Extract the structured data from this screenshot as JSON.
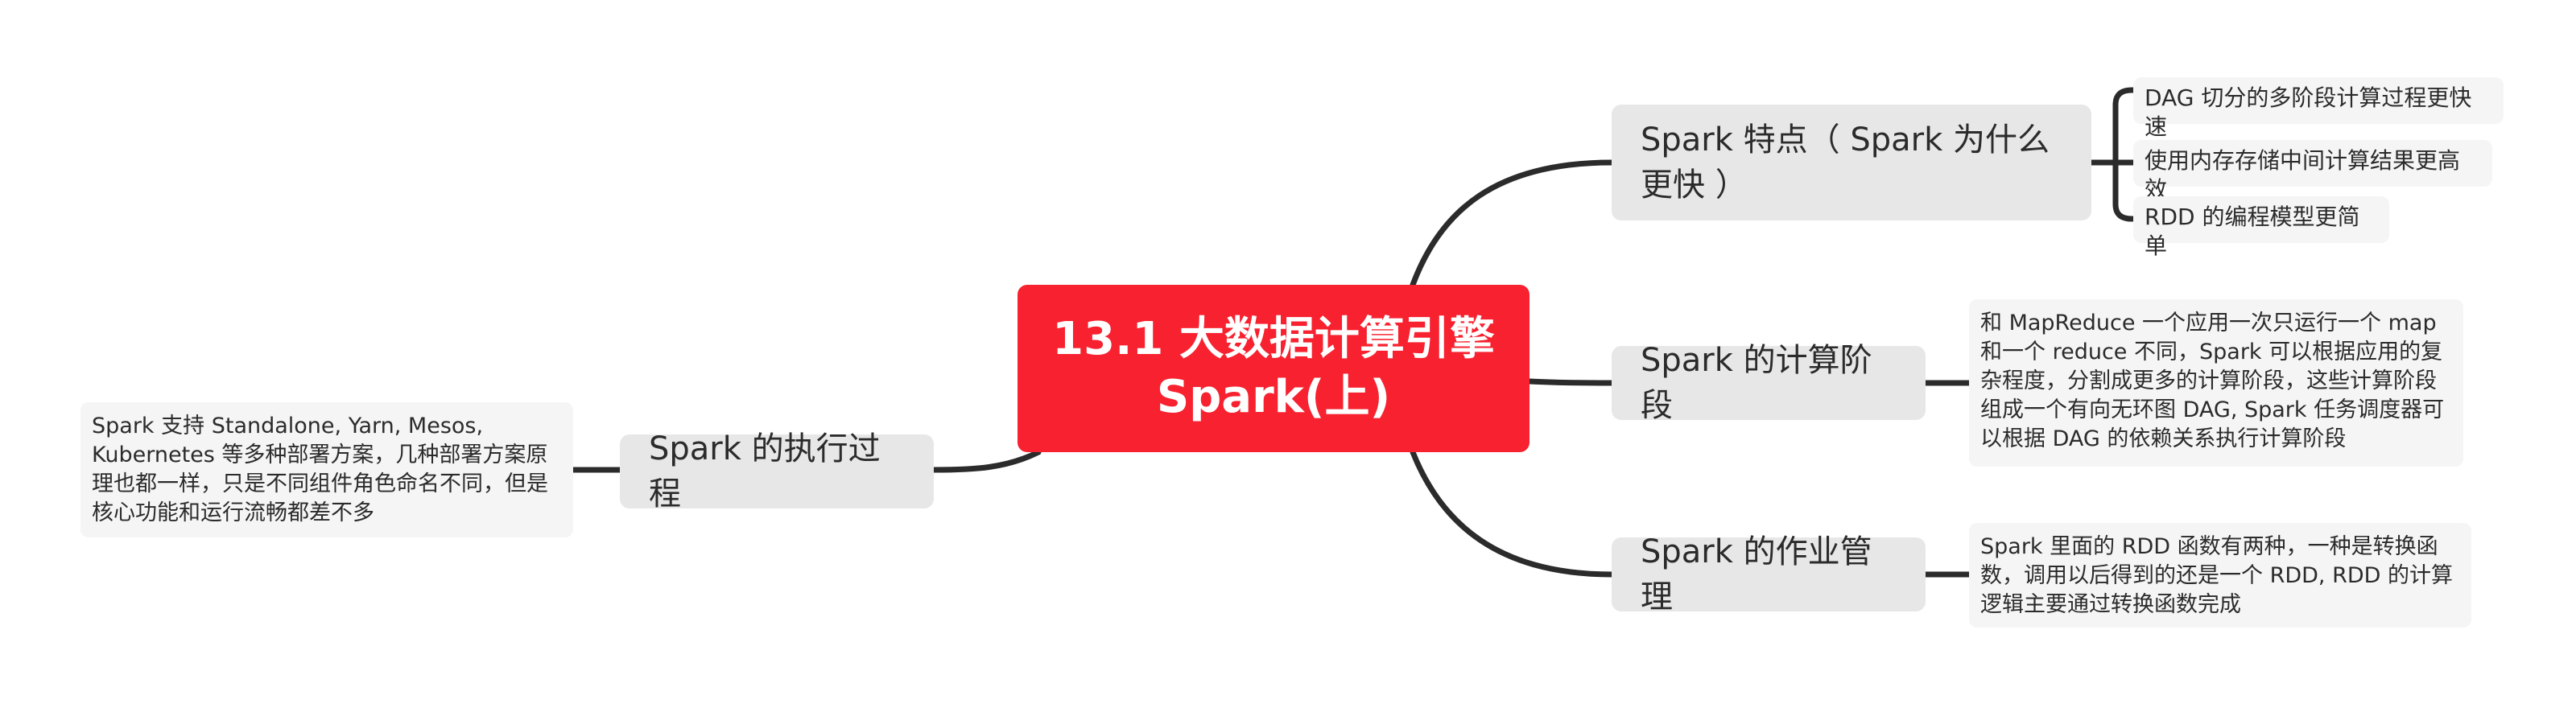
{
  "colors": {
    "root_fill": "#f7212f",
    "branch_fill": "#e7e7e7",
    "leaf_fill": "#f5f5f5",
    "connector": "#2b2b2b",
    "text": "#2b2b2b"
  },
  "root": {
    "line1": "13.1 大数据计算引擎",
    "line2": "Spark(上)"
  },
  "branches": {
    "features": {
      "label": "Spark 特点（ Spark 为什么更快 ）",
      "children": [
        "DAG 切分的多阶段计算过程更快速",
        "使用内存存储中间计算结果更高效",
        "RDD 的编程模型更简单"
      ]
    },
    "stages": {
      "label": "Spark 的计算阶段",
      "note": "和 MapReduce 一个应用一次只运行一个 map 和一个 reduce 不同，Spark 可以根据应用的复杂程度，分割成更多的计算阶段，这些计算阶段组成一个有向无环图 DAG, Spark 任务调度器可以根据 DAG 的依赖关系执行计算阶段"
    },
    "jobs": {
      "label": "Spark 的作业管理",
      "note": "Spark 里面的 RDD 函数有两种，一种是转换函数，调用以后得到的还是一个 RDD, RDD 的计算逻辑主要通过转换函数完成"
    },
    "execution": {
      "label": "Spark 的执行过程",
      "note": "Spark 支持 Standalone, Yarn, Mesos, Kubernetes 等多种部署方案，几种部署方案原理也都一样，只是不同组件角色命名不同，但是核心功能和运行流畅都差不多"
    }
  }
}
